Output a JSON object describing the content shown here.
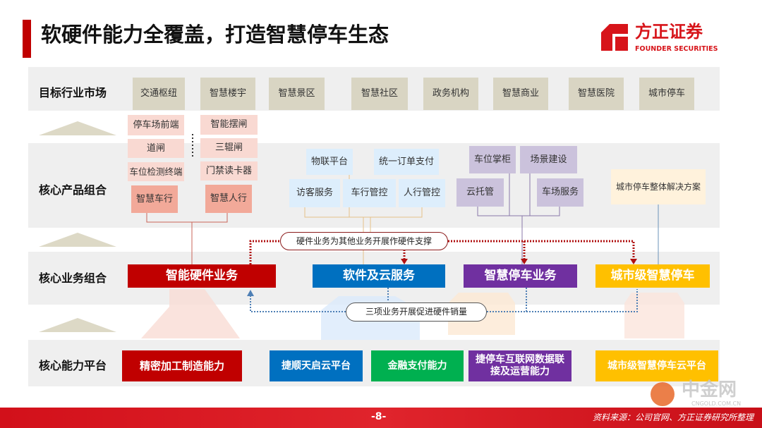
{
  "title": "软硬件能力全覆盖，打造智慧停车生态",
  "logo": {
    "cn": "方正证券",
    "en": "FOUNDER SECURITIES"
  },
  "rows": {
    "market": "目标行业市场",
    "product": "核心产品组合",
    "business": "核心业务组合",
    "platform": "核心能力平台"
  },
  "markets": [
    "交通枢纽",
    "智慧楼宇",
    "智慧景区",
    "智慧社区",
    "政务机构",
    "智慧商业",
    "智慧医院",
    "城市停车"
  ],
  "hardware_products": {
    "col1": [
      "停车场前端",
      "道闸",
      "车位检测终端"
    ],
    "col1_group": "智慧车行",
    "col2": [
      "智能摆闸",
      "三辊闸",
      "门禁读卡器"
    ],
    "col2_group": "智慧人行"
  },
  "software_products": [
    "物联平台",
    "统一订单支付",
    "访客服务",
    "车行管控",
    "人行管控"
  ],
  "parking_products": [
    "车位掌柜",
    "场景建设",
    "云托管",
    "车场服务"
  ],
  "city_product": "城市停车整体解决方案",
  "businesses": [
    {
      "label": "智能硬件业务",
      "color": "#c00000"
    },
    {
      "label": "软件及云服务",
      "color": "#0070c0"
    },
    {
      "label": "智慧停车业务",
      "color": "#7030a0"
    },
    {
      "label": "城市级智慧停车",
      "color": "#ffc000"
    }
  ],
  "callouts": {
    "support": "硬件业务为其他业务开展作硬件支撑",
    "promote": "三项业务开展促进硬件销量"
  },
  "platforms": [
    {
      "label": "精密加工制造能力",
      "color": "#c00000"
    },
    {
      "label": "捷顺天启云平台",
      "color": "#0070c0"
    },
    {
      "label": "金融支付能力",
      "color": "#00b050"
    },
    {
      "label": "捷停车互联网数据联接及运营能力",
      "color": "#7030a0"
    },
    {
      "label": "城市级智慧停车云平台",
      "color": "#ffc000"
    }
  ],
  "footer": {
    "page": "-8-",
    "source": "资料来源：公司官网、方正证券研究所整理"
  },
  "watermark": {
    "cn": "中金网",
    "en": "CNGOLD.COM.CN"
  }
}
